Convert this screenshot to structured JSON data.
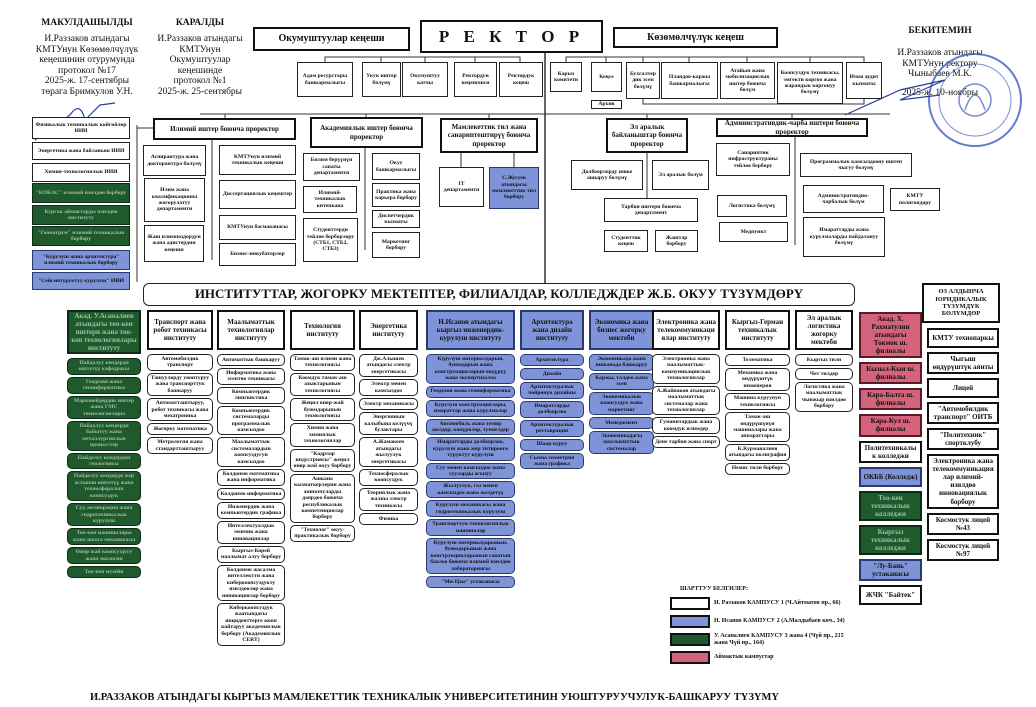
{
  "approvals": {
    "agreed": {
      "title": "МАКУЛДАШЫЛДЫ",
      "lines": [
        "И.Раззаков атындагы",
        "КМТУнун Көзөмөлчүлүк",
        "кеңешинин отурумунда",
        "протокол №17",
        "2025-ж. 17-сентябры",
        "төрага Бримкулов У.Н."
      ]
    },
    "reviewed": {
      "title": "КАРАЛДЫ",
      "lines": [
        "И.Раззаков атындагы",
        "КМТУнун",
        "Окумуштуулар",
        "кеңешинде",
        "протокол №1",
        "2025-ж. 25-сентябры"
      ]
    },
    "approved": {
      "title": "БЕКИТЕМИН",
      "lines": [
        "И.Раззаков атындагы",
        "КМТУнун ректору",
        "Чыныбаев М.К.",
        "2025-ж. 10-ноябры"
      ]
    }
  },
  "rector": "Р Е К Т О Р",
  "academic_council": "Окумуштуулар кеңеши",
  "supervisory_board": "Көзөмөлчүлүк кеңеш",
  "rector_units": [
    "Адам ресурстары башкармалыгы",
    "Укук иштер бөлүмү",
    "Окумуштуу катчы",
    "Ректордун кеңешчиси",
    "Ректордук кеңеш",
    "Карыз комитети",
    "Кеңсе",
    "Бухгалтердик эсеп бөлүмү",
    "Пландоо-каржы башкармалыгы",
    "Атайын жана мобилизациялык иштер боюнча бөлүм",
    "Коопсуздук техникасы, эмгекти коргоо жана жарандык коргонуу бөлүмү",
    "Ички аудит кызматы"
  ],
  "archive": "Архив",
  "research_institutes": [
    {
      "label": "Физикалык техникалык көйгөйлөр ИИИ",
      "campus": "campus1"
    },
    {
      "label": "Энергетика жана байланыш ИИИ",
      "campus": "campus1"
    },
    {
      "label": "Химия-технологиялык ИИИ",
      "campus": "campus1"
    },
    {
      "label": "\"КОКАС\" илимий изилдөө борбору",
      "campus": "campus3"
    },
    {
      "label": "Кургак аймактарды изилдөө институту",
      "campus": "campus3"
    },
    {
      "label": "\"Геоматрум\" илимий техникалык борбору",
      "campus": "campus3"
    },
    {
      "label": "\"Курулуш жана архитектура\" илимий техникалык борбору",
      "campus": "campus2"
    },
    {
      "label": "\"Сейсмотуруктуу курулуш\" ИИИ",
      "campus": "campus2"
    }
  ],
  "vice_rectors": {
    "science": {
      "title": "Илимий иштер боюнча проректор",
      "units": [
        "Аспирантура жана докторантура бөлүмү",
        "Илим жана квалификацияны жогорулатуу департаменти",
        "Жаш илимпоздордун жана адистердин кеңеши",
        "КМТУнун илимий техникалык кеңеши",
        "Диссертациялык кеңештер",
        "КМТУнун басмаканасы",
        "Бизнес-инкубаторлор"
      ]
    },
    "academic": {
      "title": "Академиялык иштер боюнча проректор",
      "units": [
        "Билим берүүнүн сапаты департаменти",
        "Илимий-техникалык китепкана",
        "Студенттерди тейлөө борборлору (СТБ1, СТБ2, СТБ3)",
        "Окуу башкармалыгы",
        "Практика жана карьера борбору",
        "Диспетчердик кызматы",
        "Маркетинг борбору"
      ]
    },
    "state_language": {
      "title": "Мамлекеттик тил жана санариптештирүү боюнча проректор",
      "units": [
        "IT департаменти",
        "С.Жусуев атындагы мамлекеттик тил борбору"
      ]
    },
    "international": {
      "title": "Эл аралык байланыштар боюнча проректор",
      "units": [
        "Долбоорлорду ишке ашыруу бөлүмү",
        "Эл аралык бөлүм",
        "Тарбия иштери боюнча департамент",
        "Студенттик кеңеш",
        "Жаштар борбору"
      ]
    },
    "administrative": {
      "title": "Административдик-чарба иштери боюнча проректор",
      "units": [
        "Санариптик инфраструктураны тейлөө борбору",
        "Логистика бөлүмү",
        "Медпункт",
        "Программалык камсыздоону иштеп чыгуу бөлүмү",
        "Административдик-чарбалык бөлүм",
        "КМТУ полигондору",
        "Имараттарды жана курулмаларды пайдалануу бөлүмү"
      ]
    }
  },
  "institutes_header": "ИНСТИТУТТАР, ЖОГОРКУ МЕКТЕПТЕР, ФИЛИАЛДАР, КОЛЛЕДЖДЕР Ж.Б. ОКУУ ТҮЗҮМДӨРҮ",
  "independent_header": "ӨЗ АЛДЫНЧА ЮРИДИКАЛЫК ТҮЗҮМДҮК БӨЛҮМДӨР",
  "columns": [
    {
      "title": "Акад. У.Асаналиев атындагы тоо-кен иштери жана тоо-кен технологиялары институту",
      "campus": "campus3",
      "items": [
        "Пайдалуу кендерди иштетүү кафедрасы",
        "Геодезия жана геоинформатика",
        "Маркшейдердик иштер жана ГМС технологиялары",
        "Пайдалуу кендерди байытуу жана металлургиялык процесстер",
        "Пайдалуу кендердин геологиясы",
        "Пайдалуу кендерди жер астынан иштетүү жана техносфералык коопсуздук",
        "Суу, мелиорация жана гидротехникалык курулуш",
        "Тоо-кен машиналары жана шахта механикасы",
        "Өнөр жай коопсуздугу жана экология",
        "Тоо-кен музейи"
      ]
    },
    {
      "title": "Транспорт жана робот техникасы институту",
      "campus": "campus1",
      "items": [
        "Автомобилдик транспорт",
        "Ташуулорду уюштуруу жана транспорттук башкаруу",
        "Автоматташтыруу, робот техникасы жана мехатроника",
        "Жогорку математика",
        "Метрология жана стандартташтыруу"
      ]
    },
    {
      "title": "Маалыматтык технологиялар институту",
      "campus": "campus1",
      "items": [
        "Автоматтык башкаруу",
        "Информатика жана эсептөө техникасы",
        "Компьютердик лингвистика",
        "Компьютердик системаларды программалык камсыздоо",
        "Маалыматтык системалардын коопсуздугун камсыздоо",
        "Колдонмо математика жана информатика",
        "Колдонмо информатика",
        "Инженердик жана компьютердик графика",
        "Интеллектуалдык менчик жана инновациялар",
        "Кыргыз-Корей маалымат алуу борбору",
        "Колдонмо жасалма интеллектти жана киберкоопсуздукту изилдөөлөр жана инновациялар борбору",
        "Киберкоопсуздук жаатындагы инциденттерге жооп кайтаруу академиялык борбору (Академиялык CERT)"
      ]
    },
    {
      "title": "Технология институту",
      "campus": "campus1",
      "items": [
        "Тамак-аш илими жана технологиясы",
        "Коомдук тамак-аш азыктарынын технологиясы",
        "Жеңил өнөр-жай буюмдарынын технологиясы",
        "Химия жана химиялык технологиялар",
        "\"Кадрлар индустриясы\" жеңил өнөр жай окуу борбору",
        "Ашкана кызматкерлерин жана ашпозчуларды даярдоо боюнча республикалык компетенциялар борбору",
        "\"Технолог\" окуу-практикалык борбору"
      ]
    },
    {
      "title": "Энергетика институту",
      "campus": "campus1",
      "items": [
        "Дж.Алышев атындагы электр энергетикасы",
        "Электр менен камсыздоо",
        "Электр механикасы",
        "Энергиянын калыбына келүүчү булактары",
        "А.Жамакеев атындагы жылуулук энергетикасы",
        "Техносфералык коопсуздук",
        "Теориялык жана жалпы электр техникасы",
        "Физика"
      ]
    },
    {
      "title": "Н.Исанов атындагы кыргыз инженердик-курулуш институту",
      "campus": "campus2",
      "items": [
        "Курулуш материалдарын, буюмдарын жана конструкцияларын өндүрүү жана экспертизалоо",
        "Геодезия жана геоинформатика",
        "Курулуш конструкциялары, имараттар жана курулмалар",
        "Автомобиль жана темир жолдор, көпүрөлөр, туннелдер",
        "Имараттарды долбоорлоо, курулуш жана жер титирөөгө туруктуу курулуш",
        "Суу менен камсыздоо жана сууларды агызуу",
        "Жылуулук, газ менен камсыздоо жана желдетүү",
        "Курулуш механикасы жана гидротехникалык курулуш",
        "Транспорттук-технологиялык машиналар",
        "Курулуш материалдарынын, буюмдарынын жана конструкцияларынын сапатын баалоо боюнча илимий изилдөө лабораториясы",
        "\"Ми-Цзы\" устаканасы"
      ]
    },
    {
      "title": "Архитектура жана дизайн институту",
      "campus": "campus2",
      "items": [
        "Архитектура",
        "Дизайн",
        "Архитектуралык чөйрөнүн дизайны",
        "Имараттарды долбоорлоо",
        "Архитектуралык реставрация",
        "Шаар куруу",
        "Сызма геометрия жана графика"
      ]
    },
    {
      "title": "Экономика жана бизнес жогорку мектеби",
      "campus": "campus2",
      "items": [
        "Экономикада жана ишканада башкаруу",
        "Каржы, талдоо жана эсеп",
        "Экономикалык коопсуздук жана маркетинг",
        "Менеджмент",
        "Экономикадагы маалыматтык системалар"
      ]
    },
    {
      "title": "Электроника жана телекоммуникациялар институту",
      "campus": "campus1",
      "items": [
        "Электроника жана маалыматтык-коммуникациялык технологиялар",
        "А.Жайнаков атындагы маалыматтык системалар жана технологиялар",
        "Гуманитардык жана коомдук илимдер",
        "Дене тарбия жана спорт"
      ]
    },
    {
      "title": "Кыргыз-Герман техникалык институту",
      "campus": "campus1",
      "items": [
        "Телематика",
        "Механика жана өндүрүштүк инженерия",
        "Машина куруунун технологиясы",
        "Тамак-аш өндүрүшүнүн машиналары жана аппараттары",
        "К.Курманалиев атындагы полиграфия",
        "Немис тили борбору"
      ]
    },
    {
      "title": "Эл аралык логистика жогорку мектеби",
      "campus": "campus1",
      "items": [
        "Кыргыз тили",
        "Чет тилдер",
        "Логистика жана маалыматтык чынжыр изилдөө борбору"
      ]
    }
  ],
  "branches": [
    {
      "label": "Акад. Х. Рахматулин атындагы Токмок ш. филиалы",
      "campus": "regional"
    },
    {
      "label": "Кызыл-Кыя ш. филиалы",
      "campus": "regional"
    },
    {
      "label": "Кара-Балта ш. филиалы",
      "campus": "regional"
    },
    {
      "label": "Кара-Кул ш. филиалы",
      "campus": "regional"
    },
    {
      "label": "Политехникалык колледжи",
      "campus": "campus1"
    },
    {
      "label": "ОКББ (Колледж)",
      "campus": "campus2"
    },
    {
      "label": "Тоо-кен техникалык колледжи",
      "campus": "campus3"
    },
    {
      "label": "Кыргыз техникалык колледжи",
      "campus": "campus3"
    },
    {
      "label": "\"Лу-Бань\" устаканасы",
      "campus": "campus2"
    },
    {
      "label": "ЖЧК \"Байтек\"",
      "campus": "campus1"
    }
  ],
  "independent_units": [
    "КМТУ технопаркы",
    "Чыгыш өндүрүштүк аянты",
    "Лицей",
    "\"Автомобилдик транспорт\" ОИТБ",
    "\"Политехник\" спортклубу",
    "Электроника жана телекоммуникациялар илимий-изилдөө инновациялык борбору",
    "Космостук лицей №43",
    "Космостук лицей №97"
  ],
  "legend": {
    "title": "ШАРТТУУ БЕЛГИЛЕР:",
    "items": [
      {
        "label": "И. Раззаков КАМПУСУ 1  (Ч.Айтматов пр., 66)",
        "campus": "campus1",
        "color": "#ffffff"
      },
      {
        "label": "Н. Исанов КАМПУСУ 2  (А.Малдыбаев көч., 34)",
        "campus": "campus2",
        "color": "#7f94d8"
      },
      {
        "label": "У. Асаналиев КАМПУСУ 3 жана 4  (Чүй пр., 215 жана Чүй пр., 164)",
        "campus": "campus3",
        "color": "#1f5a2e"
      },
      {
        "label": "Аймактык кампустар",
        "campus": "regional",
        "color": "#d4637c"
      }
    ]
  },
  "footer_title": "И.РАЗЗАКОВ АТЫНДАГЫ КЫРГЫЗ МАМЛЕКЕТТИК ТЕХНИКАЛЫК УНИВЕРСИТЕТИНИН УЮШТУРУУЧУЛУК-БАШКАРУУ ТҮЗҮМҮ"
}
